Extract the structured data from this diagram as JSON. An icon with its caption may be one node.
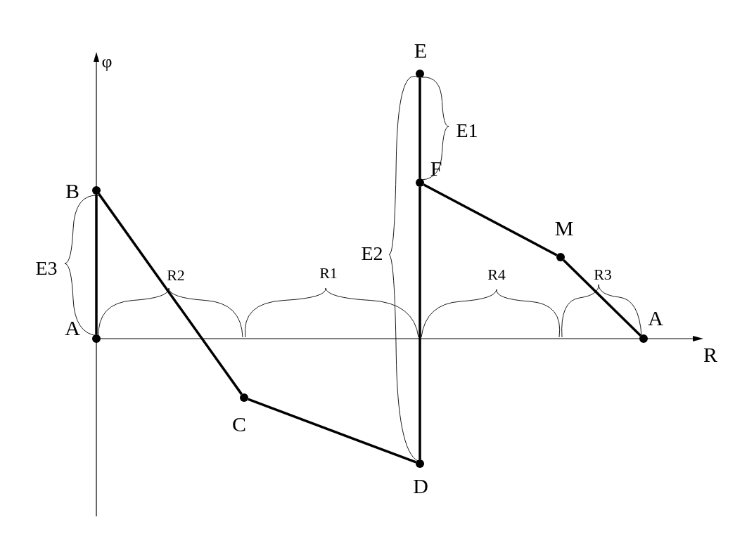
{
  "diagram": {
    "nodes": [
      {
        "text": [
          "A"
        ]
      },
      {
        "text": [
          "B"
        ]
      },
      {
        "text": [
          "C"
        ]
      },
      {
        "text": [
          "D"
        ]
      },
      {
        "text": [
          "E"
        ]
      },
      {
        "text": [
          "F"
        ]
      },
      {
        "text": [
          "M"
        ]
      },
      {
        "text": [
          "A"
        ]
      }
    ],
    "edges": [
      {
        "from": 0,
        "to": 1,
        "arrow": "none"
      },
      {
        "from": 1,
        "to": 2,
        "arrow": "none"
      },
      {
        "from": 2,
        "to": 3,
        "arrow": "none"
      },
      {
        "from": 3,
        "to": 5,
        "arrow": "none"
      },
      {
        "from": 5,
        "to": 4,
        "arrow": "none"
      },
      {
        "from": 5,
        "to": 6,
        "arrow": "none"
      },
      {
        "from": 6,
        "to": 7,
        "arrow": "none"
      }
    ],
    "labels": [
      "φ",
      "E1",
      "E2",
      "E3",
      "R2",
      "R1",
      "R4",
      "R3",
      "R"
    ]
  }
}
